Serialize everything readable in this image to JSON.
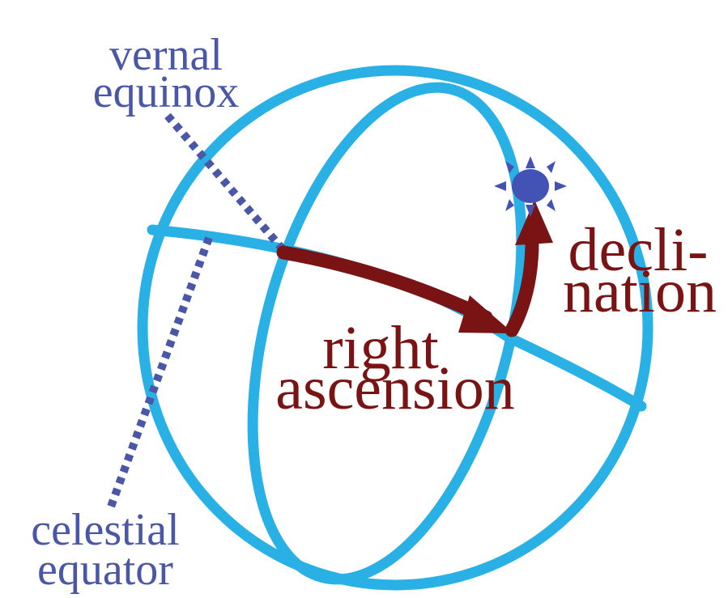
{
  "labels": {
    "vernal_line1": "vernal",
    "vernal_line2": "equinox",
    "equator_line1": "celestial",
    "equator_line2": "equator",
    "ra_line1": "right",
    "ra_line2": "ascension",
    "dec_line1": "decli-",
    "dec_line2": "nation"
  },
  "colors": {
    "sphere": "#29b1e6",
    "dotted": "#4a56a6",
    "arrow": "#7a1414",
    "star": "#4353b5",
    "text_blue": "#4a56a6",
    "text_red": "#7a1414"
  }
}
